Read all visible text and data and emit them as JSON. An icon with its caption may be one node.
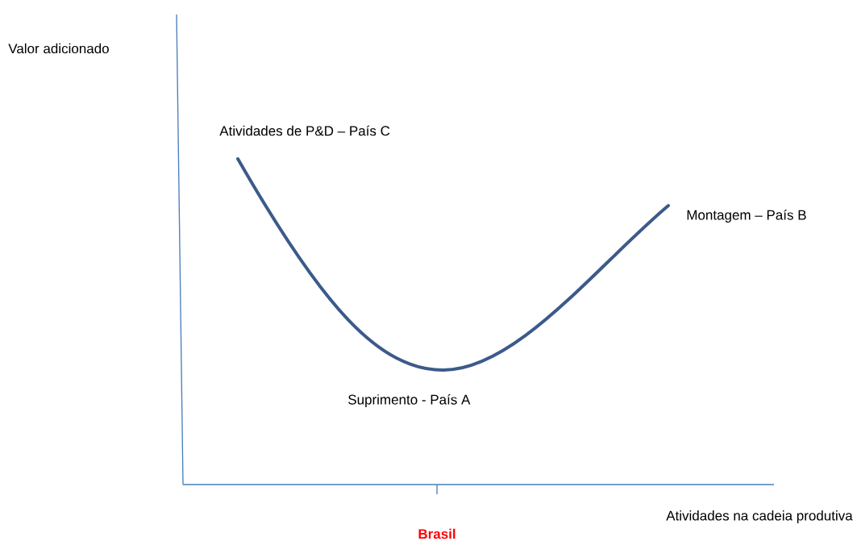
{
  "diagram": {
    "labels": [
      "Valor adicionado",
      "Atividades de P&D – País C",
      "Montagem – País B",
      "Suprimento - País A",
      "Atividades na cadeia produtiva",
      "Brasil"
    ]
  }
}
